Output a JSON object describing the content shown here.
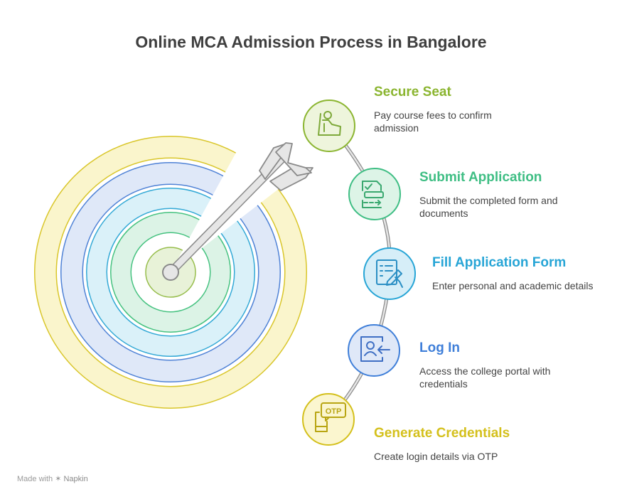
{
  "title": "Online MCA Admission Process in Bangalore",
  "steps": [
    {
      "title": "Secure Seat",
      "description": "Pay course fees to confirm admission",
      "color": "#8bb530",
      "icon": "car-seat-icon"
    },
    {
      "title": "Submit Application",
      "description": "Submit the completed form and documents",
      "color": "#3fbe84",
      "icon": "form-submit-icon"
    },
    {
      "title": "Fill Application Form",
      "description": "Enter personal and academic details",
      "color": "#27a5d6",
      "icon": "form-pen-icon"
    },
    {
      "title": "Log In",
      "description": "Access the college portal with credentials",
      "color": "#3f7fd9",
      "icon": "login-icon"
    },
    {
      "title": "Generate Credentials",
      "description": "Create login details via OTP",
      "color": "#d4c01c",
      "icon": "otp-icon"
    }
  ],
  "otp_label": "OTP",
  "footer": {
    "prefix": "Made with",
    "brand": "Napkin"
  }
}
